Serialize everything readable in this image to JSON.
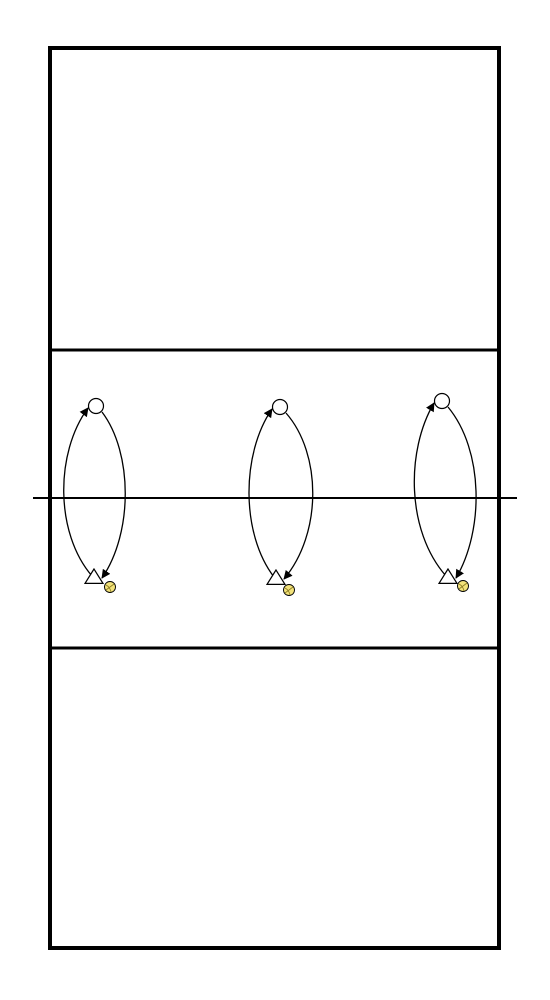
{
  "diagram": {
    "type": "volleyball-court-drill",
    "court": {
      "line_color": "#000000",
      "has_net_line": true,
      "has_attack_lines": true
    },
    "groups": [
      {
        "name": "group-left",
        "players": [
          {
            "role": "receiver",
            "shape": "circle"
          },
          {
            "role": "passer",
            "shape": "triangle",
            "has_ball": true
          }
        ],
        "passes": [
          {
            "from": "passer",
            "to": "receiver"
          },
          {
            "from": "receiver",
            "to": "passer"
          }
        ]
      },
      {
        "name": "group-center",
        "players": [
          {
            "role": "receiver",
            "shape": "circle"
          },
          {
            "role": "passer",
            "shape": "triangle",
            "has_ball": true
          }
        ],
        "passes": [
          {
            "from": "passer",
            "to": "receiver"
          },
          {
            "from": "receiver",
            "to": "passer"
          }
        ]
      },
      {
        "name": "group-right",
        "players": [
          {
            "role": "receiver",
            "shape": "circle"
          },
          {
            "role": "passer",
            "shape": "triangle",
            "has_ball": true
          }
        ],
        "passes": [
          {
            "from": "passer",
            "to": "receiver"
          },
          {
            "from": "receiver",
            "to": "passer"
          }
        ]
      }
    ],
    "colors": {
      "ball": "#f2e27a",
      "ball_seam": "#8a7a20",
      "player_fill": "#ffffff",
      "stroke": "#000000"
    },
    "icons": {
      "ball": "volleyball-icon",
      "receiver": "player-circle-icon",
      "passer": "player-triangle-icon"
    }
  }
}
